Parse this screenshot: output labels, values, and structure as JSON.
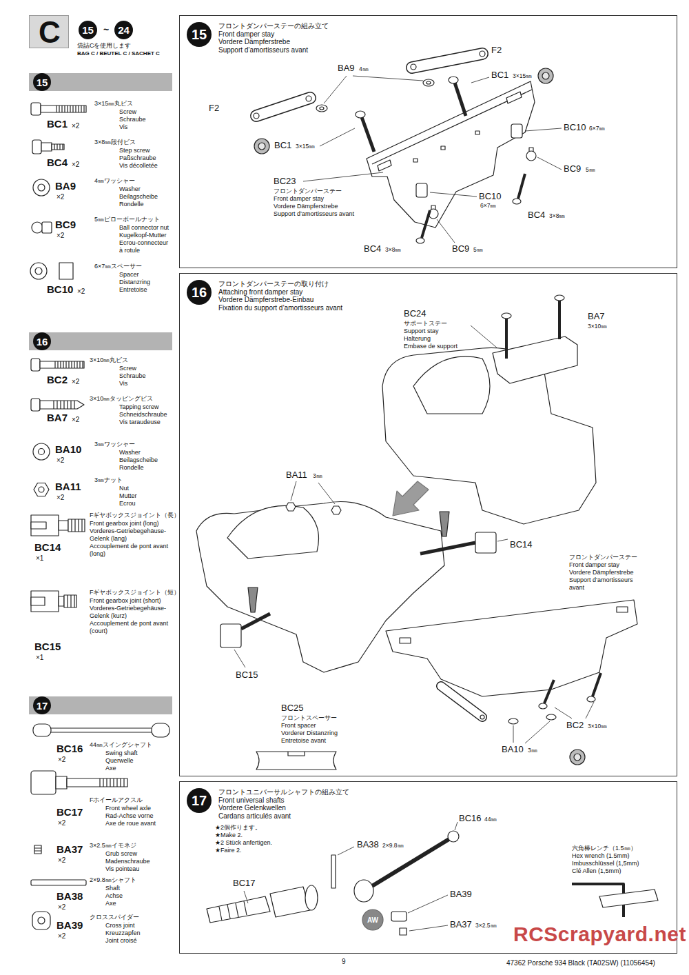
{
  "diagram": {
    "nodes": [
      {
        "text": [
          "C"
        ]
      },
      {
        "text": [
          "15"
        ]
      },
      {
        "text": [
          "24"
        ]
      },
      {
        "text": [
          "15"
        ]
      },
      {
        "text": [
          "16"
        ]
      },
      {
        "text": [
          "17"
        ]
      },
      {
        "text": [
          "15",
          "フロントダンパーステーの組み立て",
          "Front damper stay",
          "Vordere Dämpferstrebe",
          "Support d’amortisseurs avant"
        ]
      },
      {
        "text": [
          "16",
          "フロントダンパーステーの取り付け",
          "Attaching front damper stay",
          "Vordere Dämpferstrebe-Einbau",
          "Fixation du support d’amortisseurs avant"
        ]
      },
      {
        "text": [
          "17",
          "フロントユニバーサルシャフトの組み立て",
          "Front universal shafts",
          "Vordere Gelenkwellen",
          "Cardans articulés avant"
        ]
      }
    ],
    "labels": [
      "~",
      "袋詰Cを使用します",
      "BAG C / BEUTEL C / SACHET C",
      "3×15㎜丸ビス",
      "Screw",
      "Schraube",
      "Vis",
      "BC1",
      "×2",
      "3×8㎜段付ビス",
      "Step screw",
      "Paßschraube",
      "Vis décolletée",
      "BC4",
      "×2",
      "4㎜ワッシャー",
      "Washer",
      "Beilagscheibe",
      "Rondelle",
      "BA9",
      "×2",
      "5㎜ピローボールナット",
      "Ball connector nut",
      "Kugelkopf-Mutter",
      "Ecrou-connecteur",
      "à rotule",
      "BC9",
      "×2",
      "6×7㎜スペーサー",
      "Spacer",
      "Distanzring",
      "Entretoise",
      "BC10",
      "×2",
      "3×10㎜丸ビス",
      "Screw",
      "Schraube",
      "Vis",
      "BC2",
      "×2",
      "3×10㎜タッピングビス",
      "Tapping screw",
      "Schneidschraube",
      "Vis taraudeuse",
      "BA7",
      "×2",
      "3㎜ワッシャー",
      "Washer",
      "Beilagscheibe",
      "Rondelle",
      "BA10",
      "×2",
      "3㎜ナット",
      "Nut",
      "Mutter",
      "Ecrou",
      "BA11",
      "×2",
      "Fギヤボックスジョイント（長）",
      "Front gearbox joint (long)",
      "Vorderes-Getriebegehäuse-",
      "Gelenk (lang)",
      "Accouplement de pont avant",
      "(long)",
      "BC14",
      "×1",
      "Fギヤボックスジョイント（短）",
      "Front gearbox joint (short)",
      "Vorderes-Getriebegehäuse-",
      "Gelenk (kurz)",
      "Accouplement de pont avant",
      "(court)",
      "BC15",
      "×1",
      "44㎜スイングシャフト",
      "Swing shaft",
      "Querwelle",
      "Axe",
      "BC16",
      "×2",
      "Fホイールアクスル",
      "Front wheel axle",
      "Rad-Achse vorne",
      "Axe de roue avant",
      "BC17",
      "×2",
      "3×2.5㎜イモネジ",
      "Grub screw",
      "Madenschraube",
      "Vis pointeau",
      "BA37",
      "×2",
      "2×9.8㎜シャフト",
      "Shaft",
      "Achse",
      "Axe",
      "BA38",
      "×2",
      "クロススパイダー",
      "Cross joint",
      "Kreuzzapfen",
      "Joint croisé",
      "BA39",
      "×2",
      "F2",
      "BA9",
      "4㎜",
      "BC1",
      "3×15㎜",
      "F2",
      "BC10",
      "6×7㎜",
      "BC1",
      "3×15㎜",
      "BC9",
      "5㎜",
      "BC23",
      "フロントダンパーステー",
      "Front damper stay",
      "Vordere Dämpferstrebe",
      "Support d’amortisseurs avant",
      "BC10",
      "6×7㎜",
      "BC4",
      "3×8㎜",
      "BC4",
      "3×8㎜",
      "BC9",
      "5㎜",
      "BC24",
      "サポートステー",
      "Support stay",
      "Halterung",
      "Embase de support",
      "BA7",
      "3×10㎜",
      "BA11",
      "3㎜",
      "BC14",
      "フロントダンパーステー",
      "Front damper stay",
      "Vordere Dämpferstrebe",
      "Support d’amortisseurs",
      "avant",
      "BC15",
      "BC25",
      "フロントスペーサー",
      "Front spacer",
      "Vorderer Distanzring",
      "Entretoise avant",
      "BC2",
      "3×10㎜",
      "BA10",
      "3㎜",
      "BC16",
      "44㎜",
      "★2個作ります。",
      "★Make 2.",
      "★2 Stück anfertigen.",
      "★Faire 2.",
      "BA38",
      "2×9.8㎜",
      "六角棒レンチ（1.5㎜）",
      "Hex wrench (1.5mm)",
      "Imbusschlüssel (1,5mm)",
      "Clé Allen (1,5mm)",
      "BC17",
      "BA39",
      "BA37",
      "3×2.5㎜",
      "AW",
      "RCScrapyard.net",
      "9",
      "47362 Porsche 934 Black (TA02SW) (11056454)"
    ]
  }
}
